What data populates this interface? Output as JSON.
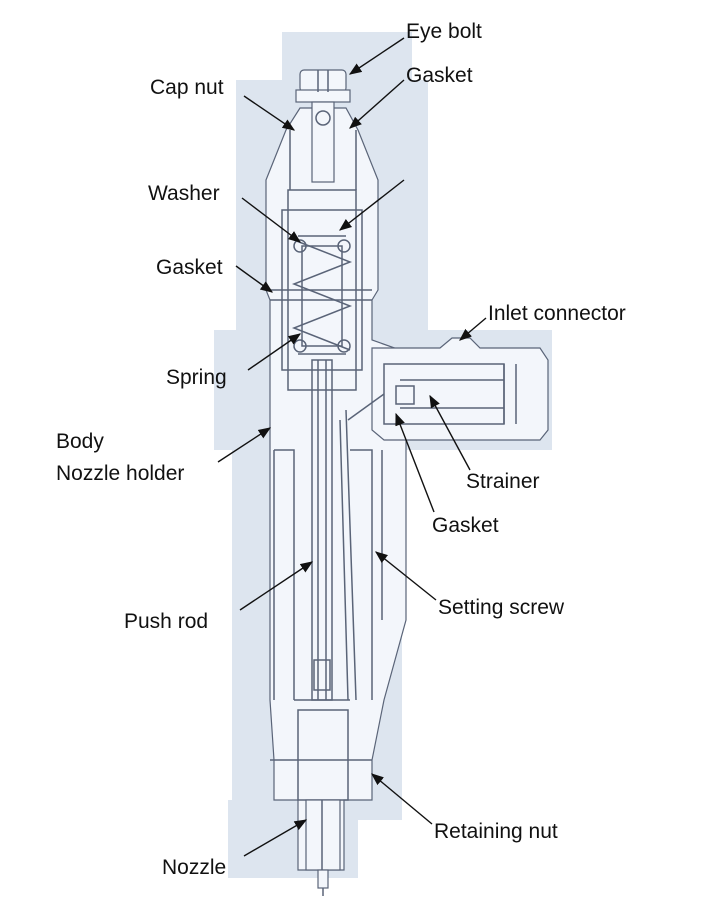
{
  "colors": {
    "background": "#ffffff",
    "shade": "#dde5ef",
    "outline": "#5a6478",
    "label": "#111111"
  },
  "labels": {
    "eye_bolt": "Eye bolt",
    "gasket_top": "Gasket",
    "cap_nut": "Cap nut",
    "washer": "Washer",
    "gasket_left": "Gasket",
    "inlet_connector": "Inlet connector",
    "spring": "Spring",
    "body_line1": "Body",
    "body_line2": "Nozzle holder",
    "strainer": "Strainer",
    "gasket_inlet": "Gasket",
    "push_rod": "Push rod",
    "setting_screw": "Setting screw",
    "retaining_nut": "Retaining nut",
    "nozzle": "Nozzle"
  }
}
